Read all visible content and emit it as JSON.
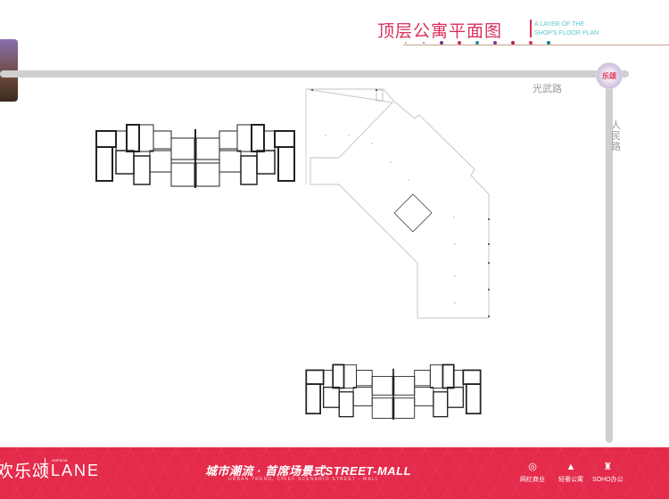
{
  "header": {
    "title": "顶层公寓平面图",
    "subtitle_line1": "A LAYER OF THE",
    "subtitle_line2": "SHOP'S FLOOR PLAN",
    "accent": "#d9305a",
    "dots": [
      "#c9a08e",
      "#b06ab0",
      "#7a2a8a",
      "#c0305a",
      "#2a8aa0",
      "#7a3a9a",
      "#b0203a",
      "#d9305a",
      "#1a7a9a"
    ]
  },
  "map": {
    "road_horizontal": "光武路",
    "road_vertical": "人民路",
    "landmark_badge": "乐颂"
  },
  "footer": {
    "brand_cn": "欢乐颂",
    "brand_small": "HOPSON",
    "brand_en": "LANE",
    "slogan": "城市潮流 · 首席场景式STREET-MALL",
    "slogan_en": "URBAN TREND, CHIEF SCENARIO STREET - MALL",
    "features": [
      {
        "icon": "shop-icon",
        "glyph": "◎",
        "label": "网红商业"
      },
      {
        "icon": "apartment-icon",
        "glyph": "▲",
        "label": "轻奢公寓"
      },
      {
        "icon": "office-icon",
        "glyph": "♜",
        "label": "SOHO办公"
      }
    ],
    "color": "#e42b4b"
  }
}
